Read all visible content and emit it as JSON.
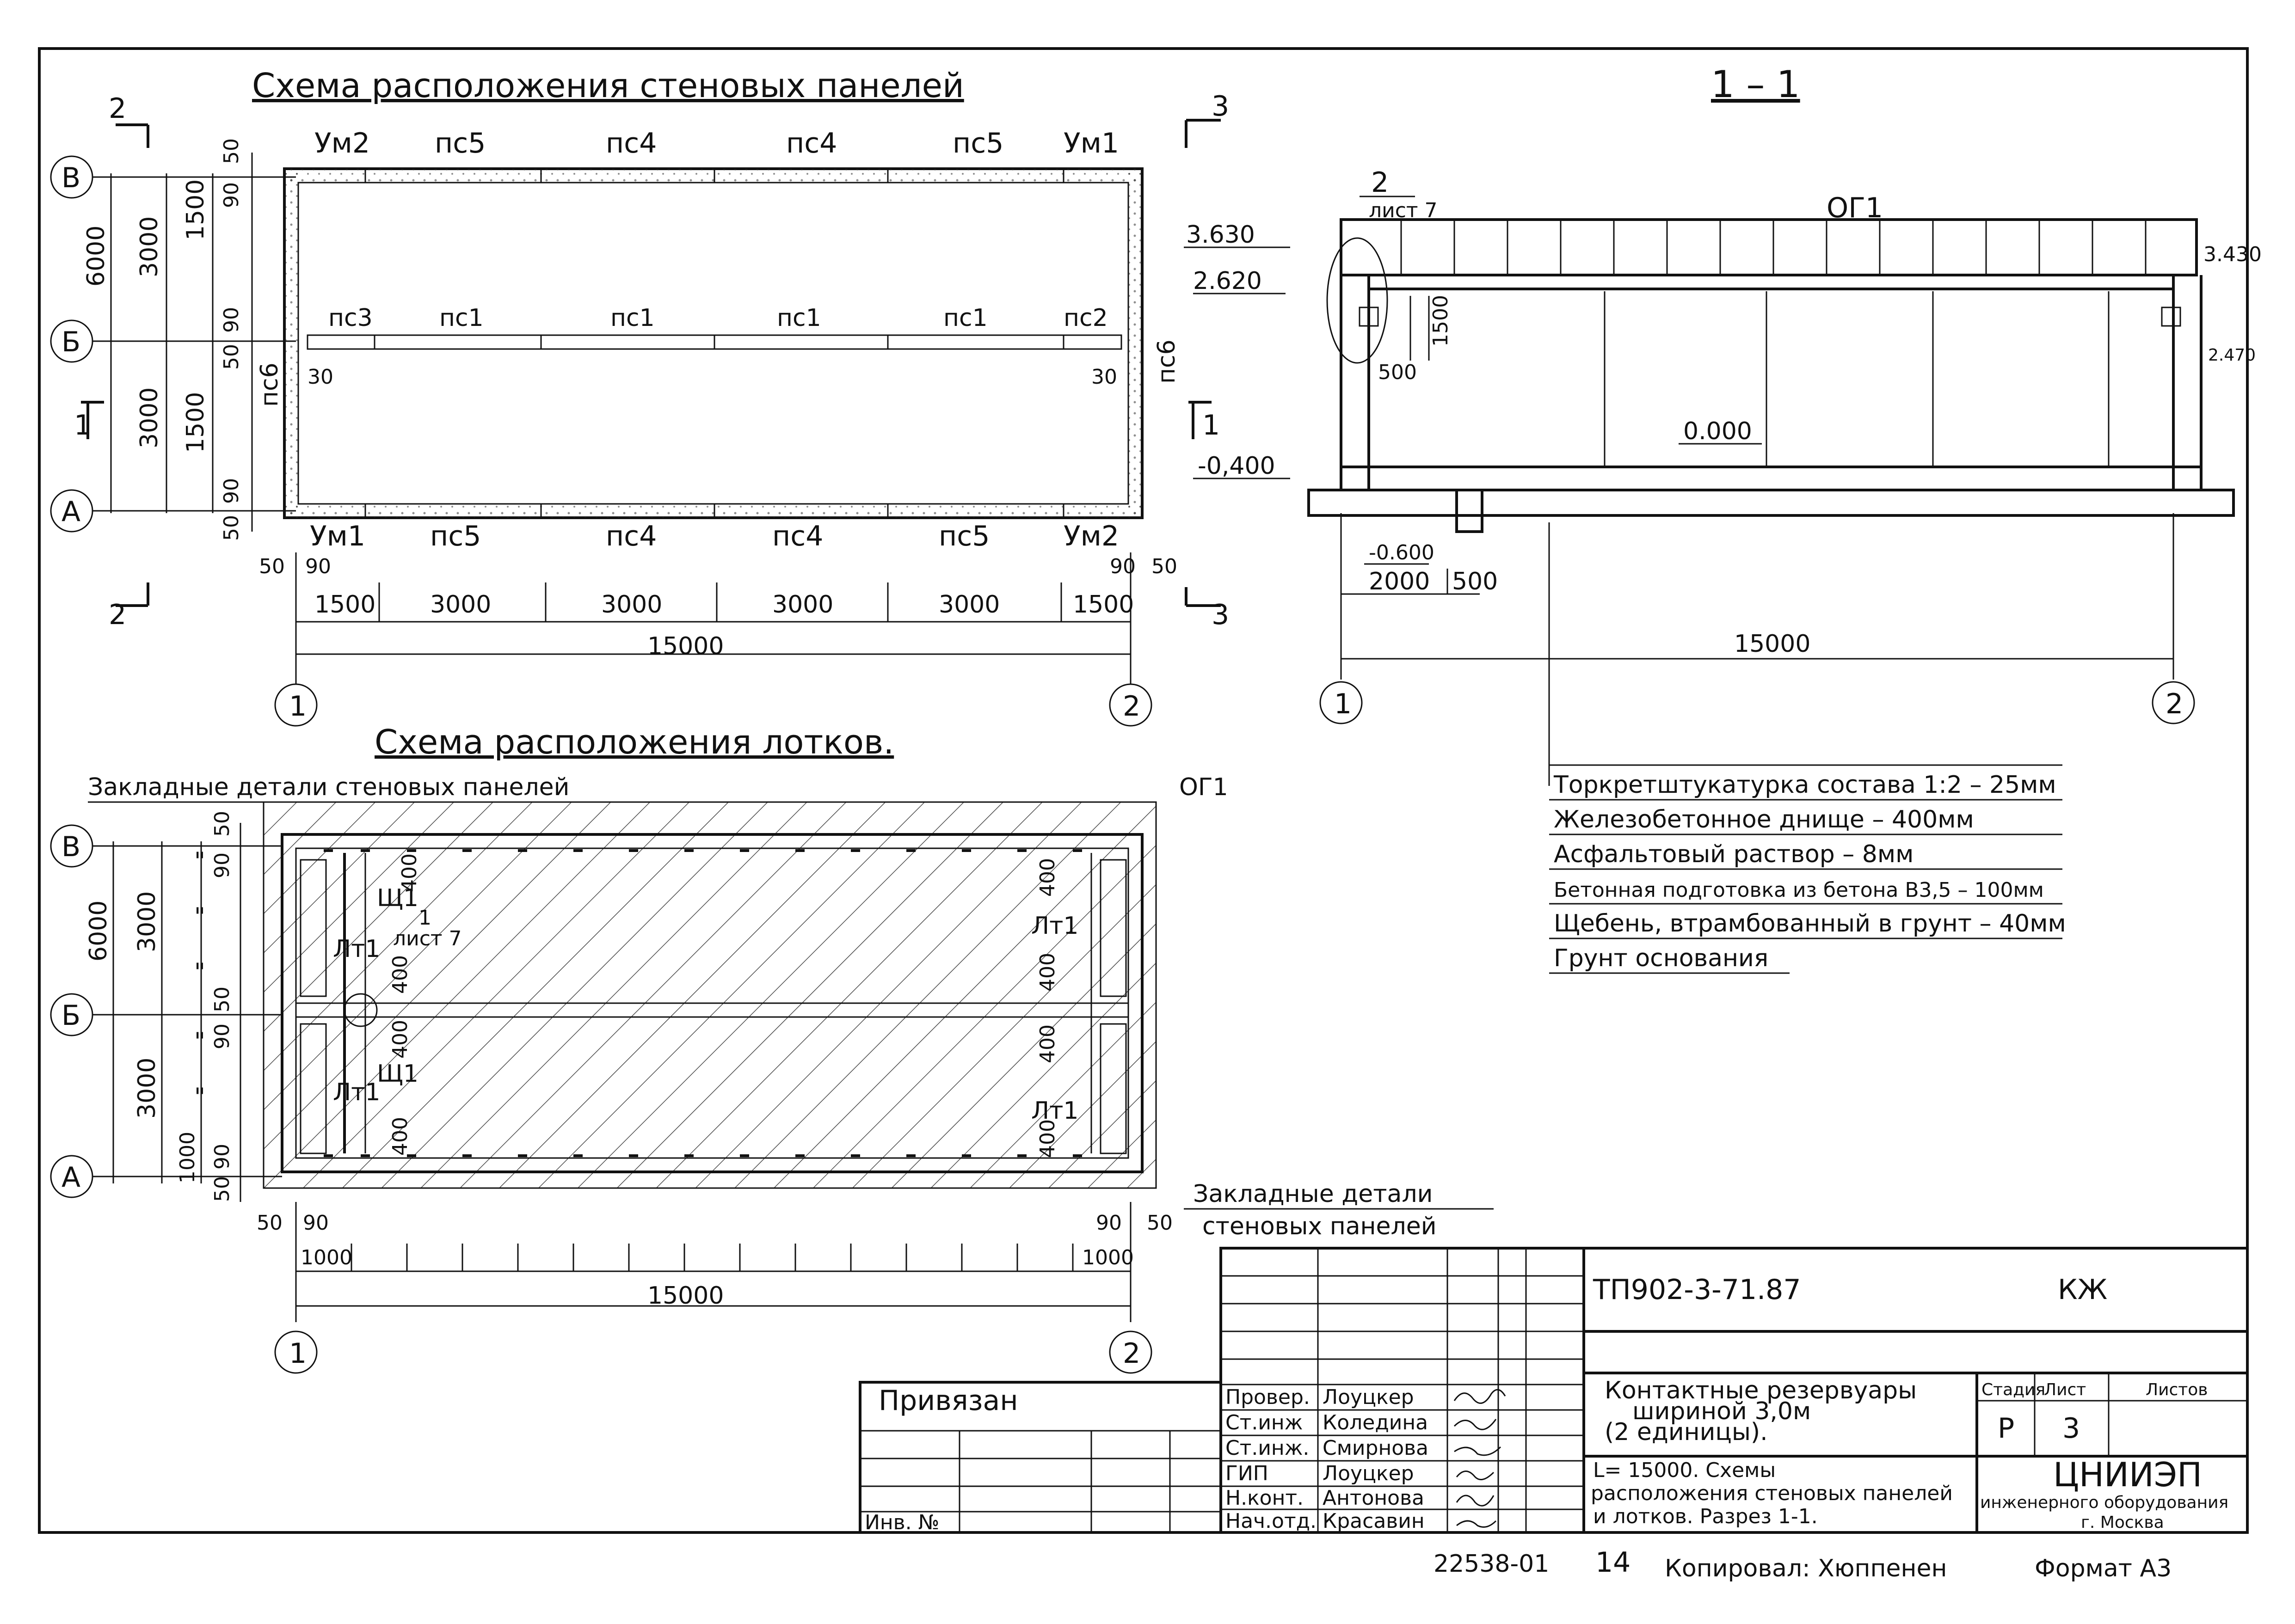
{
  "plan_panels": {
    "title": "Схема расположения стеновых панелей",
    "section_top_left": "2",
    "section_bottom_left": "2",
    "section_top_right": "3",
    "section_bottom_right": "3",
    "section_mid_left": "1",
    "section_mid_right": "1",
    "axes_rows": [
      "В",
      "Б",
      "А"
    ],
    "axes_cols": [
      "1",
      "2"
    ],
    "top_row_labels": [
      "Ум2",
      "пс5",
      "пс4",
      "пс4",
      "пс5",
      "Ум1"
    ],
    "mid_row_labels": [
      "пс3",
      "пс1",
      "пс1",
      "пс1",
      "пс1",
      "пс2"
    ],
    "bottom_row_labels": [
      "Ум1",
      "пс5",
      "пс4",
      "пс4",
      "пс5",
      "Ум2"
    ],
    "side_label_left": "пс6",
    "side_label_right": "пс6",
    "offset_30_left": "30",
    "offset_30_right": "30",
    "left_dims_outer": [
      "6000"
    ],
    "left_dims_mid": [
      "3000",
      "3000"
    ],
    "left_dims_inner": [
      "1500",
      "1500"
    ],
    "left_small": [
      "50",
      "90",
      "90",
      "50",
      "90",
      "50"
    ],
    "bottom_small": [
      "50",
      "90",
      "90",
      "50"
    ],
    "bottom_dims": [
      "1500",
      "3000",
      "3000",
      "3000",
      "3000",
      "1500"
    ],
    "total_dim": "15000"
  },
  "section": {
    "title": "1 – 1",
    "node_ref_num": "2",
    "node_ref_sheet": "лист 7",
    "slab_label": "ОГ1",
    "elev_top": "3.630",
    "elev_mid": "2.620",
    "elev_right_top": "3.430",
    "elev_right_low": "2.470",
    "elev_zero": "0.000",
    "elev_floor": "-0,400",
    "elev_pit": "-0.600",
    "dim_500_top": "500",
    "dim_1500": "1500",
    "dim_2000": "2000",
    "dim_500_bottom": "500",
    "total_dim": "15000",
    "axes_cols": [
      "1",
      "2"
    ]
  },
  "layers": {
    "rows": [
      "Торкретштукатурка состава 1:2 – 25мм",
      "Железобетонное днище – 400мм",
      "Асфальтовый раствор – 8мм",
      "Бетонная подготовка из бетона В3,5 – 100мм",
      "Щебень, втрамбованный в грунт – 40мм",
      "Грунт основания"
    ]
  },
  "plan_trays": {
    "title": "Схема расположения лотков.",
    "label_top": "Закладные детали стеновых панелей",
    "label_bottom_1": "Закладные детали",
    "label_bottom_2": "стеновых панелей",
    "slab_label": "ОГ1",
    "tray_label": "Лт1",
    "shield_label": "Щ1",
    "node_ref_num": "1",
    "node_ref_sheet": "лист 7",
    "dim_400": "400",
    "axes_rows": [
      "В",
      "Б",
      "А"
    ],
    "axes_cols": [
      "1",
      "2"
    ],
    "left_dims_outer": "6000",
    "left_dims_mid": [
      "3000",
      "3000"
    ],
    "left_dims_inner": [
      "1000"
    ],
    "left_small": [
      "50",
      "90",
      "50",
      "90",
      "90",
      "50"
    ],
    "ditto": "\"",
    "bottom_small": [
      "50",
      "90",
      "90",
      "50"
    ],
    "bottom_first": "1000",
    "bottom_last": "1000",
    "total_dim": "15000"
  },
  "title_block": {
    "doc_code": "ТП902-3-71.87",
    "mark": "КЖ",
    "tied": "Привязан",
    "inv": "Инв. №",
    "roles": [
      "Провер.",
      "Ст.инж",
      "Ст.инж.",
      "ГИП",
      "Н.конт.",
      "Нач.отд."
    ],
    "names": [
      "Лоуцкер",
      "Коледина",
      "Смирнова",
      "Лоуцкер",
      "Антонова",
      "Красавин"
    ],
    "project_title_1": "Контактные резервуары",
    "project_title_2": "шириной 3,0м",
    "project_title_3": "(2 единицы).",
    "sheet_desc_1": "L= 15000.          Схемы",
    "sheet_desc_2": "расположения стеновых панелей",
    "sheet_desc_3": "и лотков. Разрез 1-1.",
    "stage_hdr": "Стадия",
    "sheet_hdr": "Лист",
    "sheets_hdr": "Листов",
    "stage": "Р",
    "sheet": "3",
    "org_1": "ЦНИИЭП",
    "org_2": "инженерного оборудования",
    "org_3": "г. Москва"
  },
  "footer": {
    "archive_no": "22538-01",
    "page": "14",
    "copied": "Копировал: Хюппенен",
    "format": "Формат А3"
  }
}
